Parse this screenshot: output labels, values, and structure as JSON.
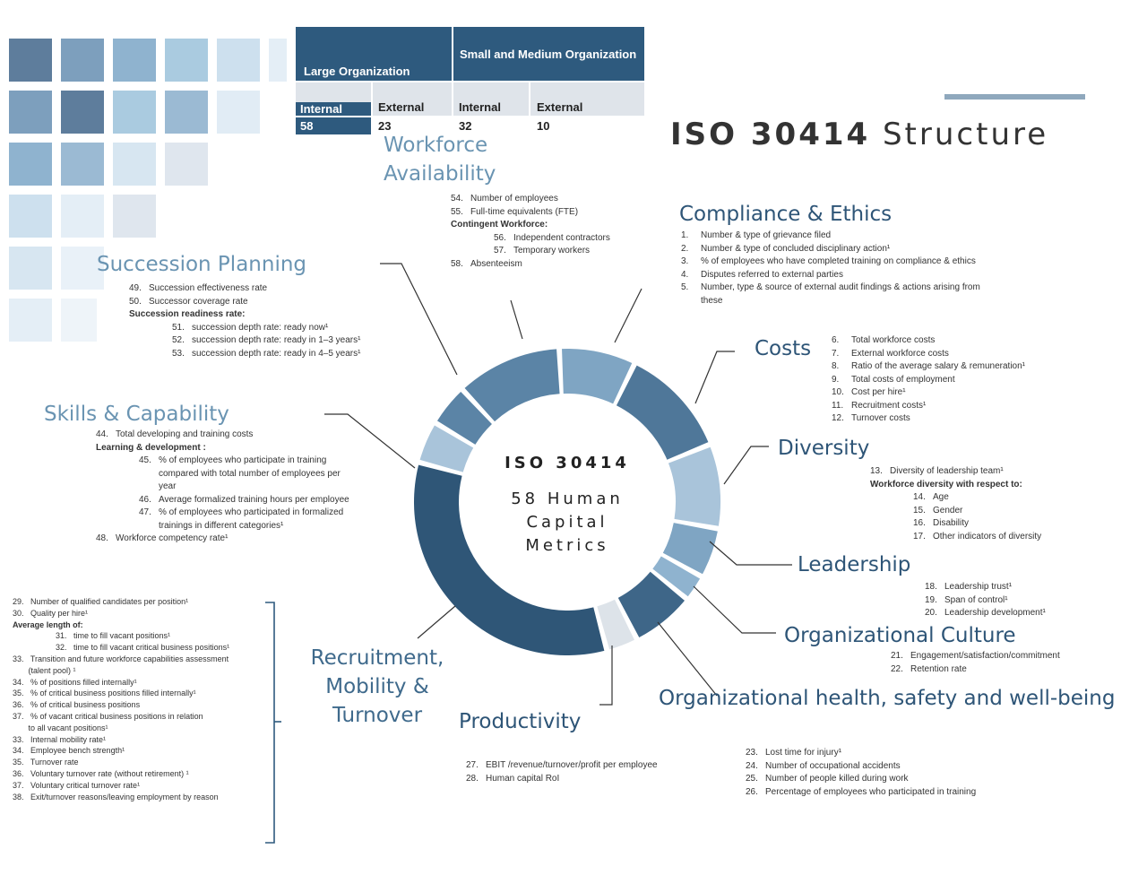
{
  "colors": {
    "dark_blue": "#2e5a7e",
    "heading_blue": "#2e5577",
    "light_heading": "#6a94b2",
    "ring_dark": "#2f5677",
    "ring_mid": "#5b84a6",
    "ring_light": "#8fb3cf",
    "ring_pale": "#b9cfe0"
  },
  "table": {
    "large_org": "Large Organization",
    "sme_org": "Small and Medium Organization",
    "large_internal_label": "Internal",
    "large_external_label": "External",
    "sme_internal_label": "Internal",
    "sme_external_label": "External",
    "large_internal_value": "58",
    "large_external_value": "23",
    "sme_internal_value": "32",
    "sme_external_value": "10"
  },
  "title": {
    "bold": "ISO 30414",
    "rest": " Structure"
  },
  "center": {
    "line1": "ISO 30414",
    "line2": "58 Human",
    "line3": "Capital",
    "line4": "Metrics"
  },
  "workforce": {
    "heading1": "Workforce",
    "heading2": "Availability",
    "items": [
      {
        "n": "54.",
        "t": "Number of employees"
      },
      {
        "n": "55.",
        "t": "Full-time equivalents (FTE)"
      }
    ],
    "contingent": "Contingent Workforce:",
    "sub": [
      {
        "n": "56.",
        "t": "Independent contractors"
      },
      {
        "n": "57.",
        "t": "Temporary workers"
      }
    ],
    "last": {
      "n": "58.",
      "t": "Absenteeism"
    }
  },
  "compliance": {
    "heading": "Compliance & Ethics",
    "items": [
      {
        "n": "1.",
        "t": "Number & type of grievance filed"
      },
      {
        "n": "2.",
        "t": "Number & type of concluded disciplinary action¹"
      },
      {
        "n": "3.",
        "t": "% of employees who have completed training on compliance & ethics"
      },
      {
        "n": "4.",
        "t": "Disputes referred to external parties"
      },
      {
        "n": "5.",
        "t": "Number, type & source of external audit findings & actions arising from"
      }
    ],
    "cont": "these"
  },
  "succession": {
    "heading": "Succession Planning",
    "items": [
      {
        "n": "49.",
        "t": "Succession effectiveness rate"
      },
      {
        "n": "50.",
        "t": "Successor coverage rate"
      }
    ],
    "readiness": "Succession readiness rate:",
    "sub": [
      {
        "n": "51.",
        "t": "succession depth rate: ready now¹"
      },
      {
        "n": "52.",
        "t": "succession depth rate: ready in 1–3 years¹"
      },
      {
        "n": "53.",
        "t": "succession depth rate: ready in 4–5 years¹"
      }
    ]
  },
  "costs": {
    "heading": "Costs",
    "items": [
      {
        "n": "6.",
        "t": "Total workforce costs"
      },
      {
        "n": "7.",
        "t": "External workforce costs"
      },
      {
        "n": "8.",
        "t": "Ratio of the average salary & remuneration¹"
      },
      {
        "n": "9.",
        "t": "Total costs of employment"
      },
      {
        "n": "10.",
        "t": "Cost per hire¹"
      },
      {
        "n": "11.",
        "t": "Recruitment costs¹"
      },
      {
        "n": "12.",
        "t": "Turnover costs"
      }
    ]
  },
  "skills": {
    "heading": "Skills & Capability",
    "first": {
      "n": "44.",
      "t": "Total developing and training costs"
    },
    "learning": "Learning & development :",
    "sub": [
      {
        "n": "45.",
        "t": "% of employees who participate in training"
      },
      {
        "n": "",
        "t": "compared with total number of employees per"
      },
      {
        "n": "",
        "t": "year"
      },
      {
        "n": "46.",
        "t": "Average formalized training hours per employee"
      },
      {
        "n": "47.",
        "t": "% of employees who participated in formalized"
      },
      {
        "n": "",
        "t": "trainings in different categories¹"
      }
    ],
    "last": {
      "n": "48.",
      "t": "Workforce competency rate¹"
    }
  },
  "diversity": {
    "heading": "Diversity",
    "first": {
      "n": "13.",
      "t": "Diversity of leadership team¹"
    },
    "respect": "Workforce diversity with respect to:",
    "sub": [
      {
        "n": "14.",
        "t": "Age"
      },
      {
        "n": "15.",
        "t": "Gender"
      },
      {
        "n": "16.",
        "t": "Disability"
      },
      {
        "n": "17.",
        "t": "Other indicators of diversity"
      }
    ]
  },
  "leadership": {
    "heading": "Leadership",
    "items": [
      {
        "n": "18.",
        "t": "Leadership trust¹"
      },
      {
        "n": "19.",
        "t": "Span of control¹"
      },
      {
        "n": "20.",
        "t": "Leadership development¹"
      }
    ]
  },
  "culture": {
    "heading": "Organizational Culture",
    "items": [
      {
        "n": "21.",
        "t": "Engagement/satisfaction/commitment"
      },
      {
        "n": "22.",
        "t": "Retention rate"
      }
    ]
  },
  "health": {
    "heading": "Organizational health, safety and well-being",
    "items": [
      {
        "n": "23.",
        "t": "Lost time for injury¹"
      },
      {
        "n": "24.",
        "t": "Number of occupational accidents"
      },
      {
        "n": "25.",
        "t": "Number of people killed during work"
      },
      {
        "n": "26.",
        "t": "Percentage of employees who participated in training"
      }
    ]
  },
  "productivity": {
    "heading": "Productivity",
    "items": [
      {
        "n": "27.",
        "t": "EBIT /revenue/turnover/profit per employee"
      },
      {
        "n": "28.",
        "t": "Human capital RoI"
      }
    ]
  },
  "recruitment": {
    "heading1": "Recruitment,",
    "heading2": "Mobility &",
    "heading3": "Turnover",
    "rows": [
      {
        "t": "29.   Number of qualified candidates per position¹",
        "s": "n"
      },
      {
        "t": "30.   Quality per hire¹",
        "s": "n"
      },
      {
        "t": "Average length of:",
        "s": "b"
      },
      {
        "t": "31.   time to fill vacant positions¹",
        "s": "i"
      },
      {
        "t": "32.   time to fill vacant critical business positions¹",
        "s": "i"
      },
      {
        "t": "33.   Transition and future workforce capabilities assessment",
        "s": "n"
      },
      {
        "t": "       (talent pool) ¹",
        "s": "n"
      },
      {
        "t": "34.   % of positions filled internally¹",
        "s": "n"
      },
      {
        "t": "35.   % of critical business positions filled internally¹",
        "s": "n"
      },
      {
        "t": "36.   % of critical business positions",
        "s": "n"
      },
      {
        "t": "37.   % of vacant critical business positions in relation",
        "s": "n"
      },
      {
        "t": "       to all vacant positions¹",
        "s": "n"
      },
      {
        "t": "33.   Internal mobility rate¹",
        "s": "n"
      },
      {
        "t": "34.   Employee bench strength¹",
        "s": "n"
      },
      {
        "t": "35.   Turnover rate",
        "s": "n"
      },
      {
        "t": "36.   Voluntary turnover rate (without retirement) ¹",
        "s": "n"
      },
      {
        "t": "37.   Voluntary critical turnover rate¹",
        "s": "n"
      },
      {
        "t": "38.   Exit/turnover reasons/leaving employment by reason",
        "s": "n"
      }
    ]
  }
}
